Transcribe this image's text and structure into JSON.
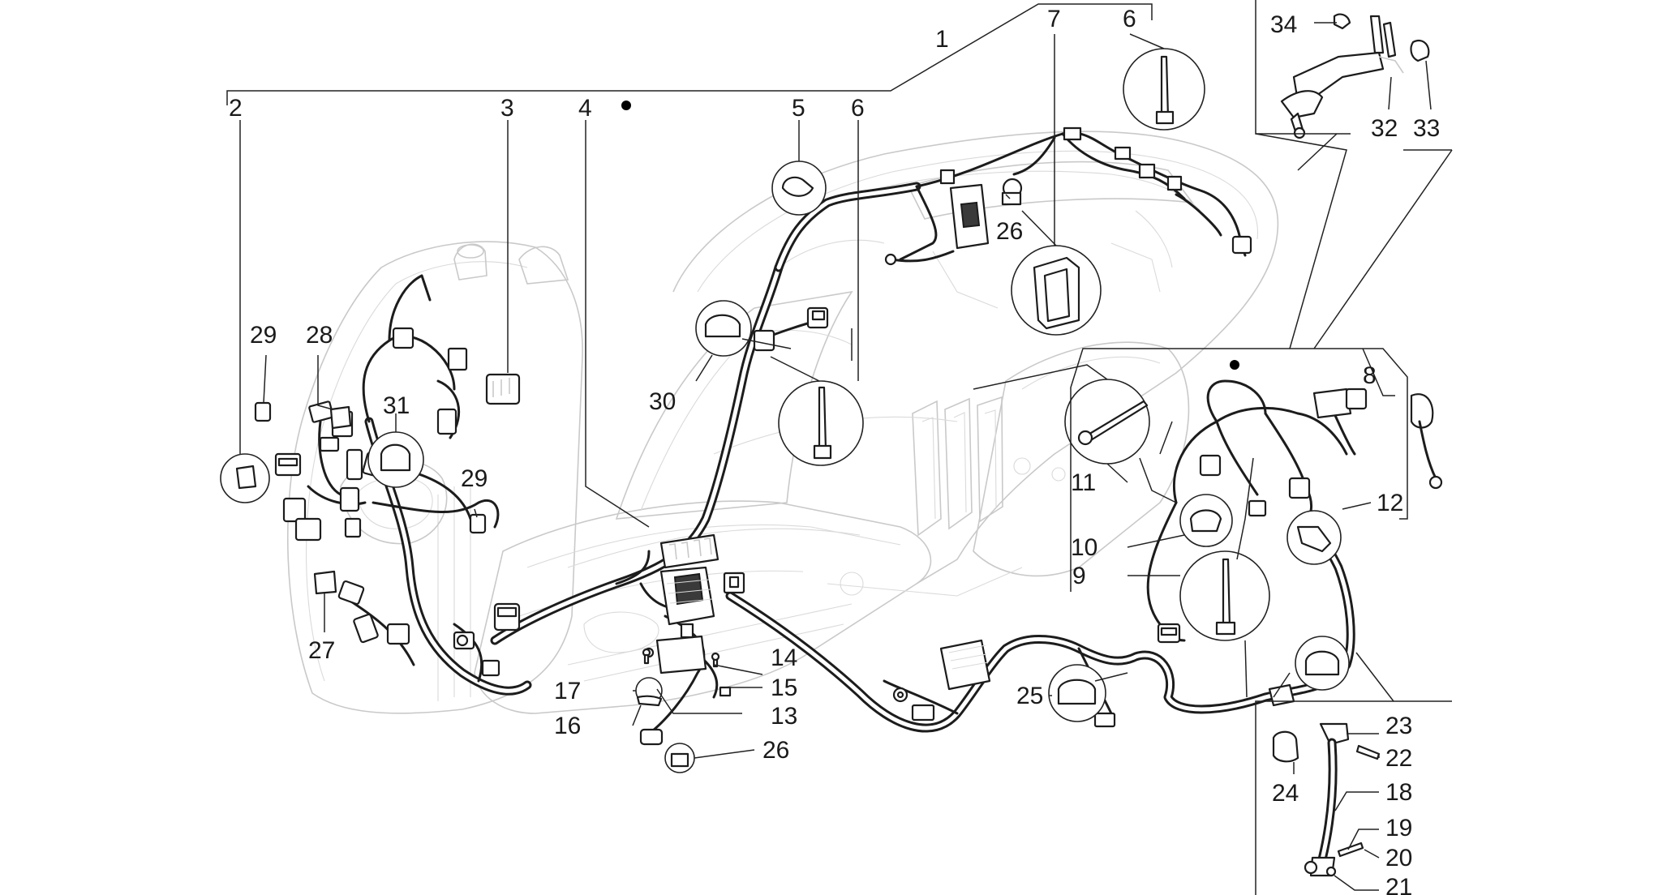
{
  "callouts": {
    "c1": "1",
    "c2": "2",
    "c3": "3",
    "c4": "4",
    "c5": "5",
    "c6a": "6",
    "c6b": "6",
    "c7": "7",
    "c8": "8",
    "c9": "9",
    "c10": "10",
    "c11": "11",
    "c12": "12",
    "c13": "13",
    "c14": "14",
    "c15": "15",
    "c16": "16",
    "c17": "17",
    "c18": "18",
    "c19": "19",
    "c20": "20",
    "c21": "21",
    "c22": "22",
    "c23": "23",
    "c24": "24",
    "c25": "25",
    "c26a": "26",
    "c26b": "26",
    "c27": "27",
    "c28": "28",
    "c29a": "29",
    "c29b": "29",
    "c30": "30",
    "c31": "31",
    "c32": "32",
    "c33": "33",
    "c34": "34"
  },
  "colors": {
    "ghost_outline": "#c9c9c9",
    "ink": "#1c1c1c",
    "background": "#ffffff"
  }
}
